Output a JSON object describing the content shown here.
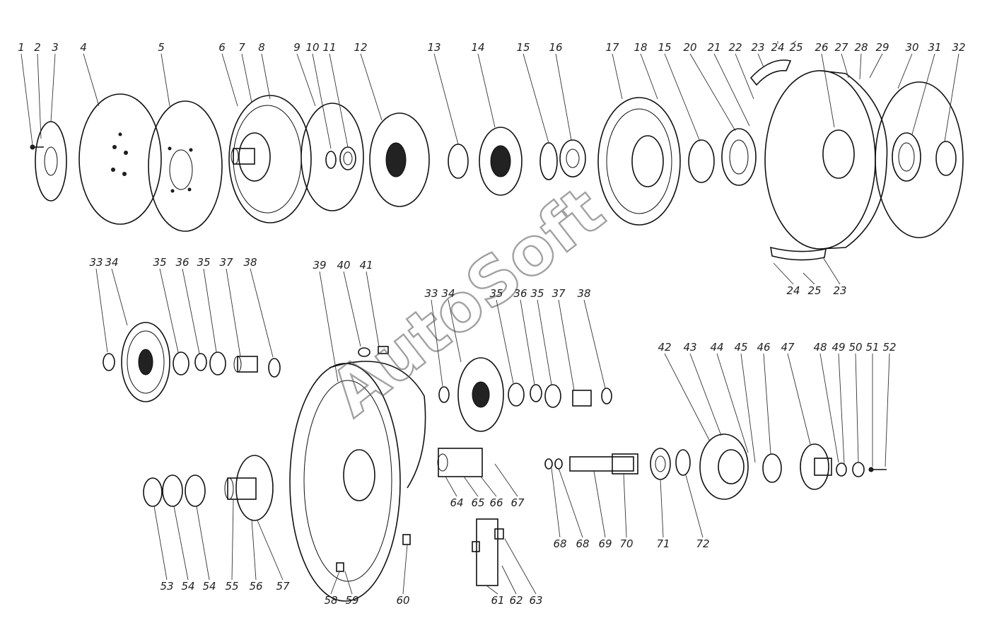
{
  "watermark": "AutoSoft",
  "callouts": {
    "row1": [
      "1",
      "2",
      "3",
      "4",
      "5",
      "6",
      "7",
      "8",
      "9",
      "10",
      "11",
      "12",
      "13",
      "14",
      "15",
      "16",
      "17",
      "18",
      "15",
      "20",
      "21",
      "22",
      "23",
      "24",
      "25",
      "26",
      "27",
      "28",
      "29",
      "30",
      "31",
      "32"
    ],
    "row1_lower": [
      "24",
      "25",
      "23"
    ],
    "row2_left": [
      "33",
      "34",
      "35",
      "36",
      "35",
      "37",
      "38"
    ],
    "row2_center": [
      "39",
      "40",
      "41"
    ],
    "row2_mid": [
      "33",
      "34",
      "35",
      "36",
      "35",
      "37",
      "38"
    ],
    "row2_right": [
      "42",
      "43",
      "44",
      "45",
      "46",
      "47",
      "48",
      "49",
      "50",
      "51",
      "52"
    ],
    "row3_left": [
      "53",
      "54",
      "54",
      "55",
      "56",
      "57"
    ],
    "row3_center": [
      "58",
      "59",
      "60",
      "61",
      "62",
      "63"
    ],
    "row3_mid": [
      "64",
      "65",
      "66",
      "67"
    ],
    "row3_shaft": [
      "68",
      "68",
      "69",
      "70",
      "71",
      "72"
    ]
  }
}
